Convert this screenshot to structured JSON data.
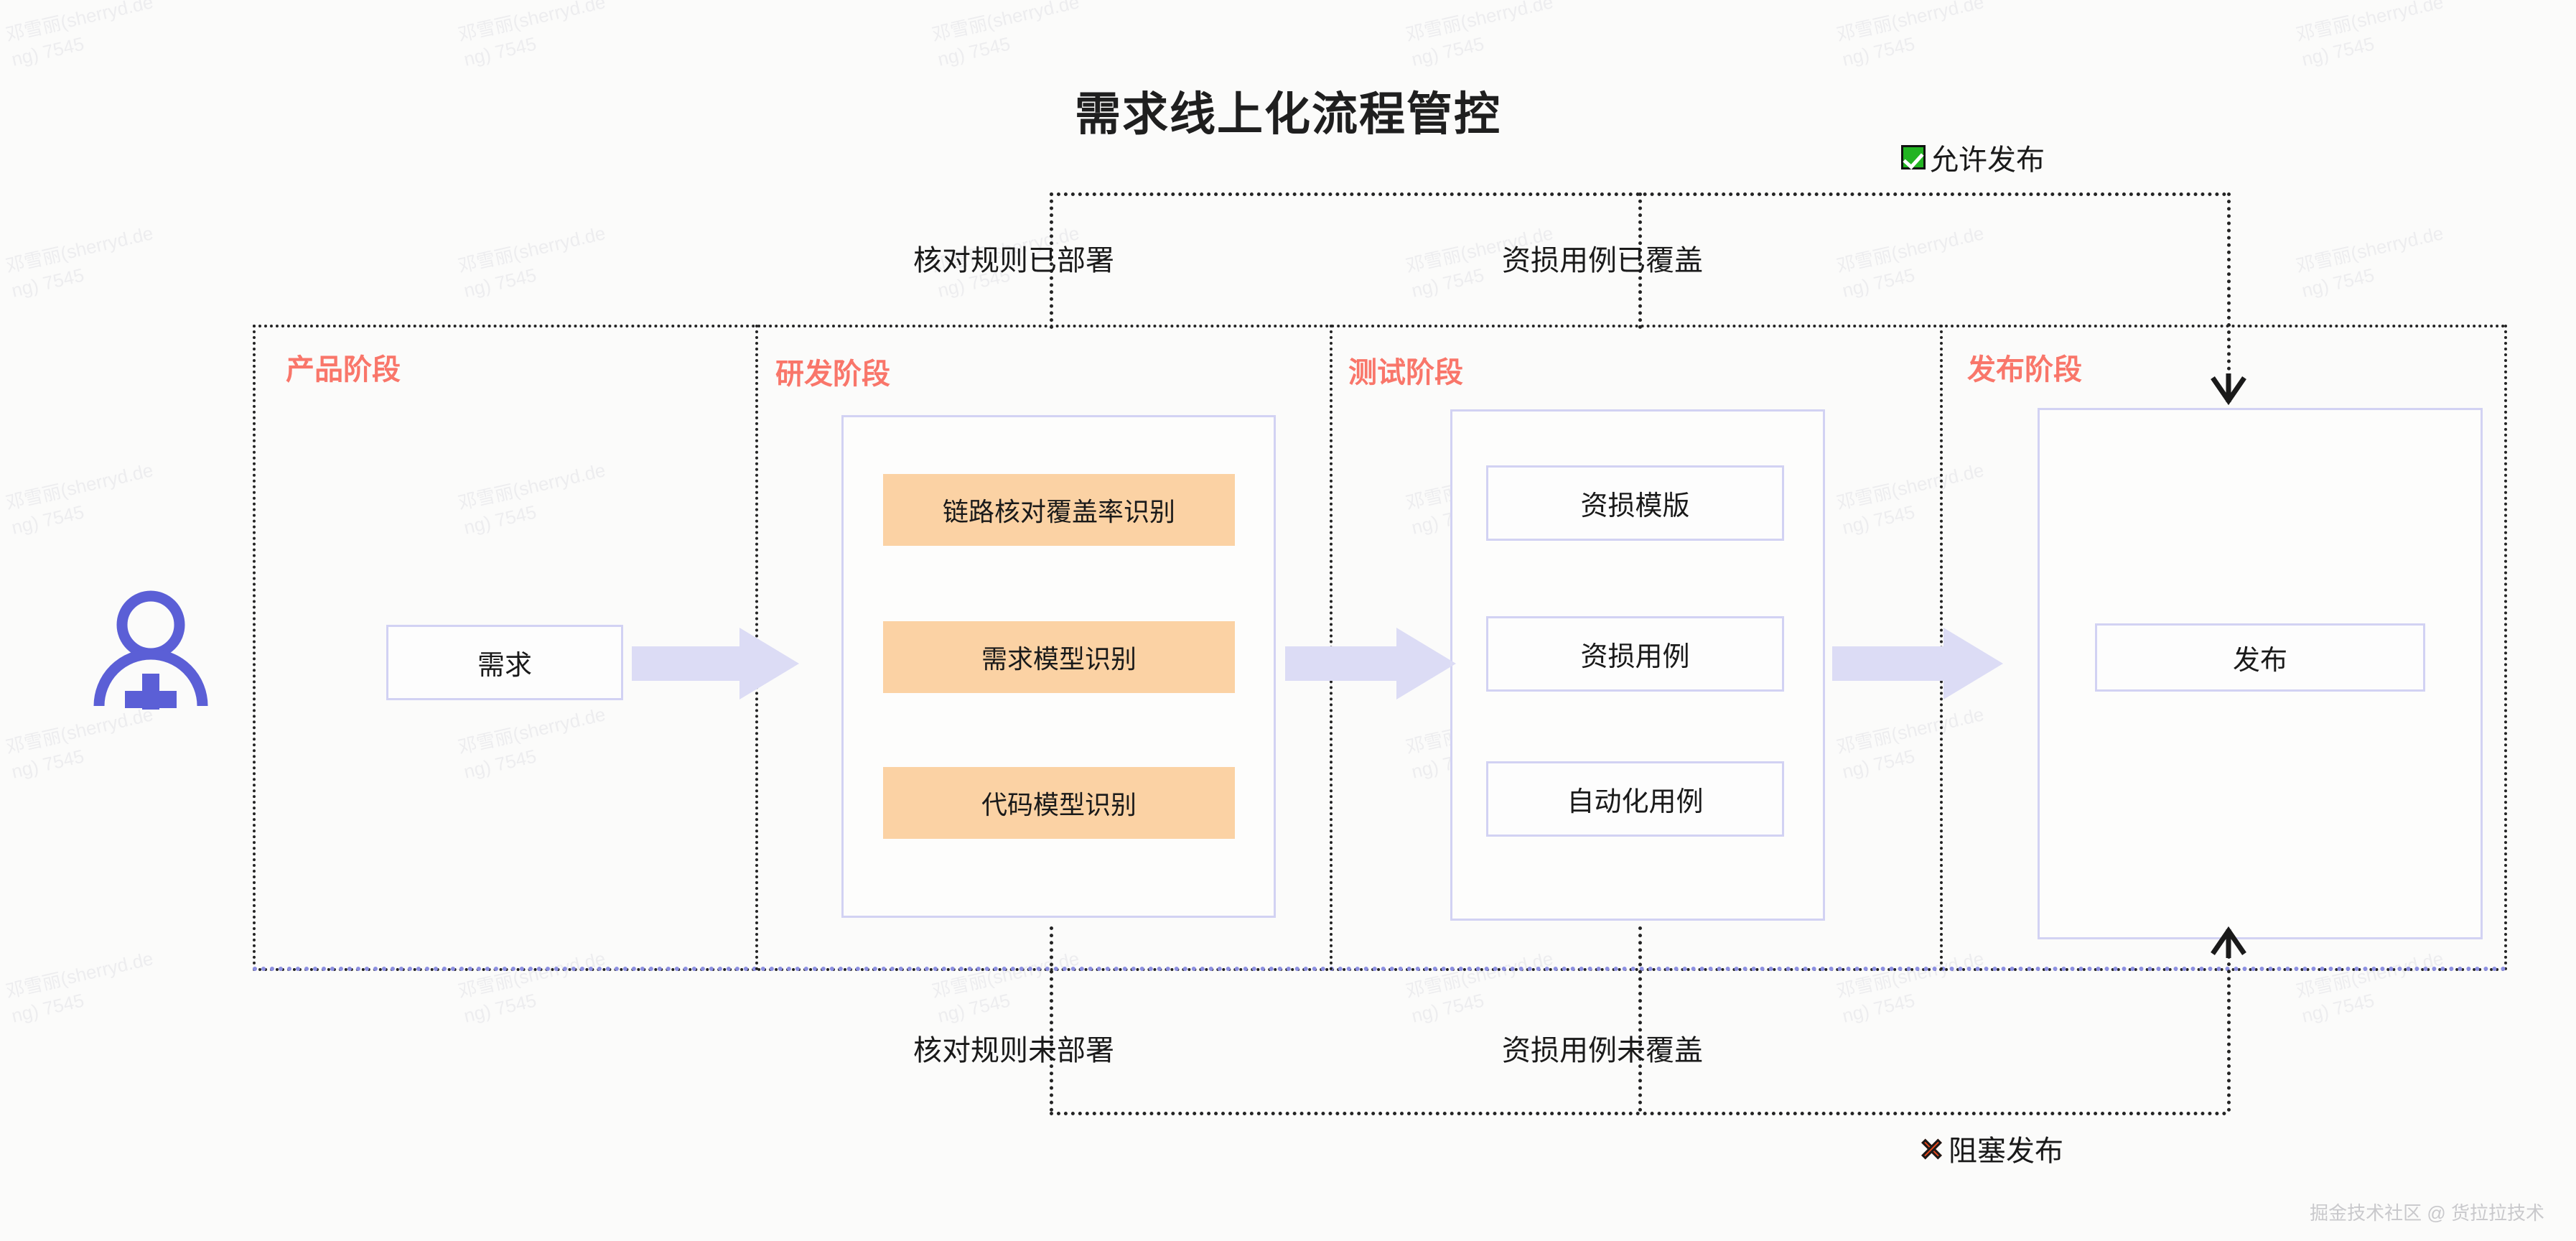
{
  "page": {
    "title": "需求线上化流程管控",
    "background": "#FBFBFA",
    "accent_stage_color": "#F9766A",
    "accent_box_border": "#D2D2F3",
    "accent_orange": "#FBD2A4",
    "accent_arrow": "#DCDCF5",
    "person_icon_color": "#5B5FD6"
  },
  "watermark": {
    "line1": "邓雪丽(sherryd.de",
    "line2": "ng) 7545"
  },
  "footer": {
    "text": "掘金技术社区 @ 货拉拉技术"
  },
  "stages": [
    {
      "key": "product",
      "label": "产品阶段"
    },
    {
      "key": "dev",
      "label": "研发阶段"
    },
    {
      "key": "test",
      "label": "测试阶段"
    },
    {
      "key": "release",
      "label": "发布阶段"
    }
  ],
  "nodes": {
    "actor_icon": "user-add-icon",
    "requirement": "需求",
    "dev_items": [
      "链路核对覆盖率识别",
      "需求模型识别",
      "代码模型识别"
    ],
    "test_items": [
      "资损模版",
      "资损用例",
      "自动化用例"
    ],
    "release": "发布"
  },
  "flow": {
    "pass_conditions": [
      "核对规则已部署",
      "资损用例已覆盖"
    ],
    "fail_conditions": [
      "核对规则未部署",
      "资损用例未覆盖"
    ],
    "pass_result": {
      "glyph": "check-mark-green",
      "label": "允许发布"
    },
    "fail_result": {
      "glyph": "cross-mark-red",
      "label": "阻塞发布"
    }
  },
  "arrows": {
    "stage_transitions": [
      "product-to-dev",
      "dev-to-test",
      "test-to-release"
    ],
    "pass_arrow": "arrow-down-into-release",
    "fail_arrow": "arrow-up-into-release"
  }
}
